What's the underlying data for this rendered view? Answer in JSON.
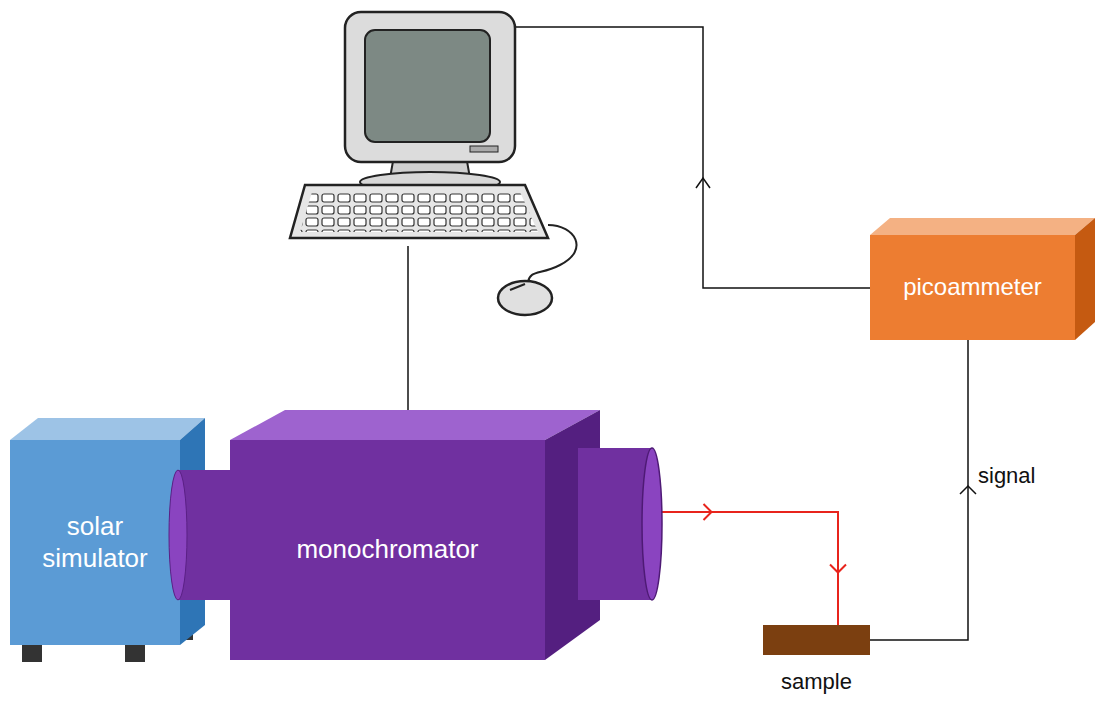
{
  "diagram": {
    "nodes": [
      {
        "text": [
          "picoammeter"
        ]
      },
      {
        "text": [
          "solar simulator"
        ]
      },
      {
        "text": [
          "monochromator"
        ]
      },
      {
        "text": [
          "sample"
        ]
      }
    ],
    "edges": [
      {
        "from": 2,
        "to": 3,
        "arrow": "to"
      },
      {
        "from": 3,
        "to": 0,
        "label": "signal",
        "arrow": "to"
      }
    ]
  }
}
